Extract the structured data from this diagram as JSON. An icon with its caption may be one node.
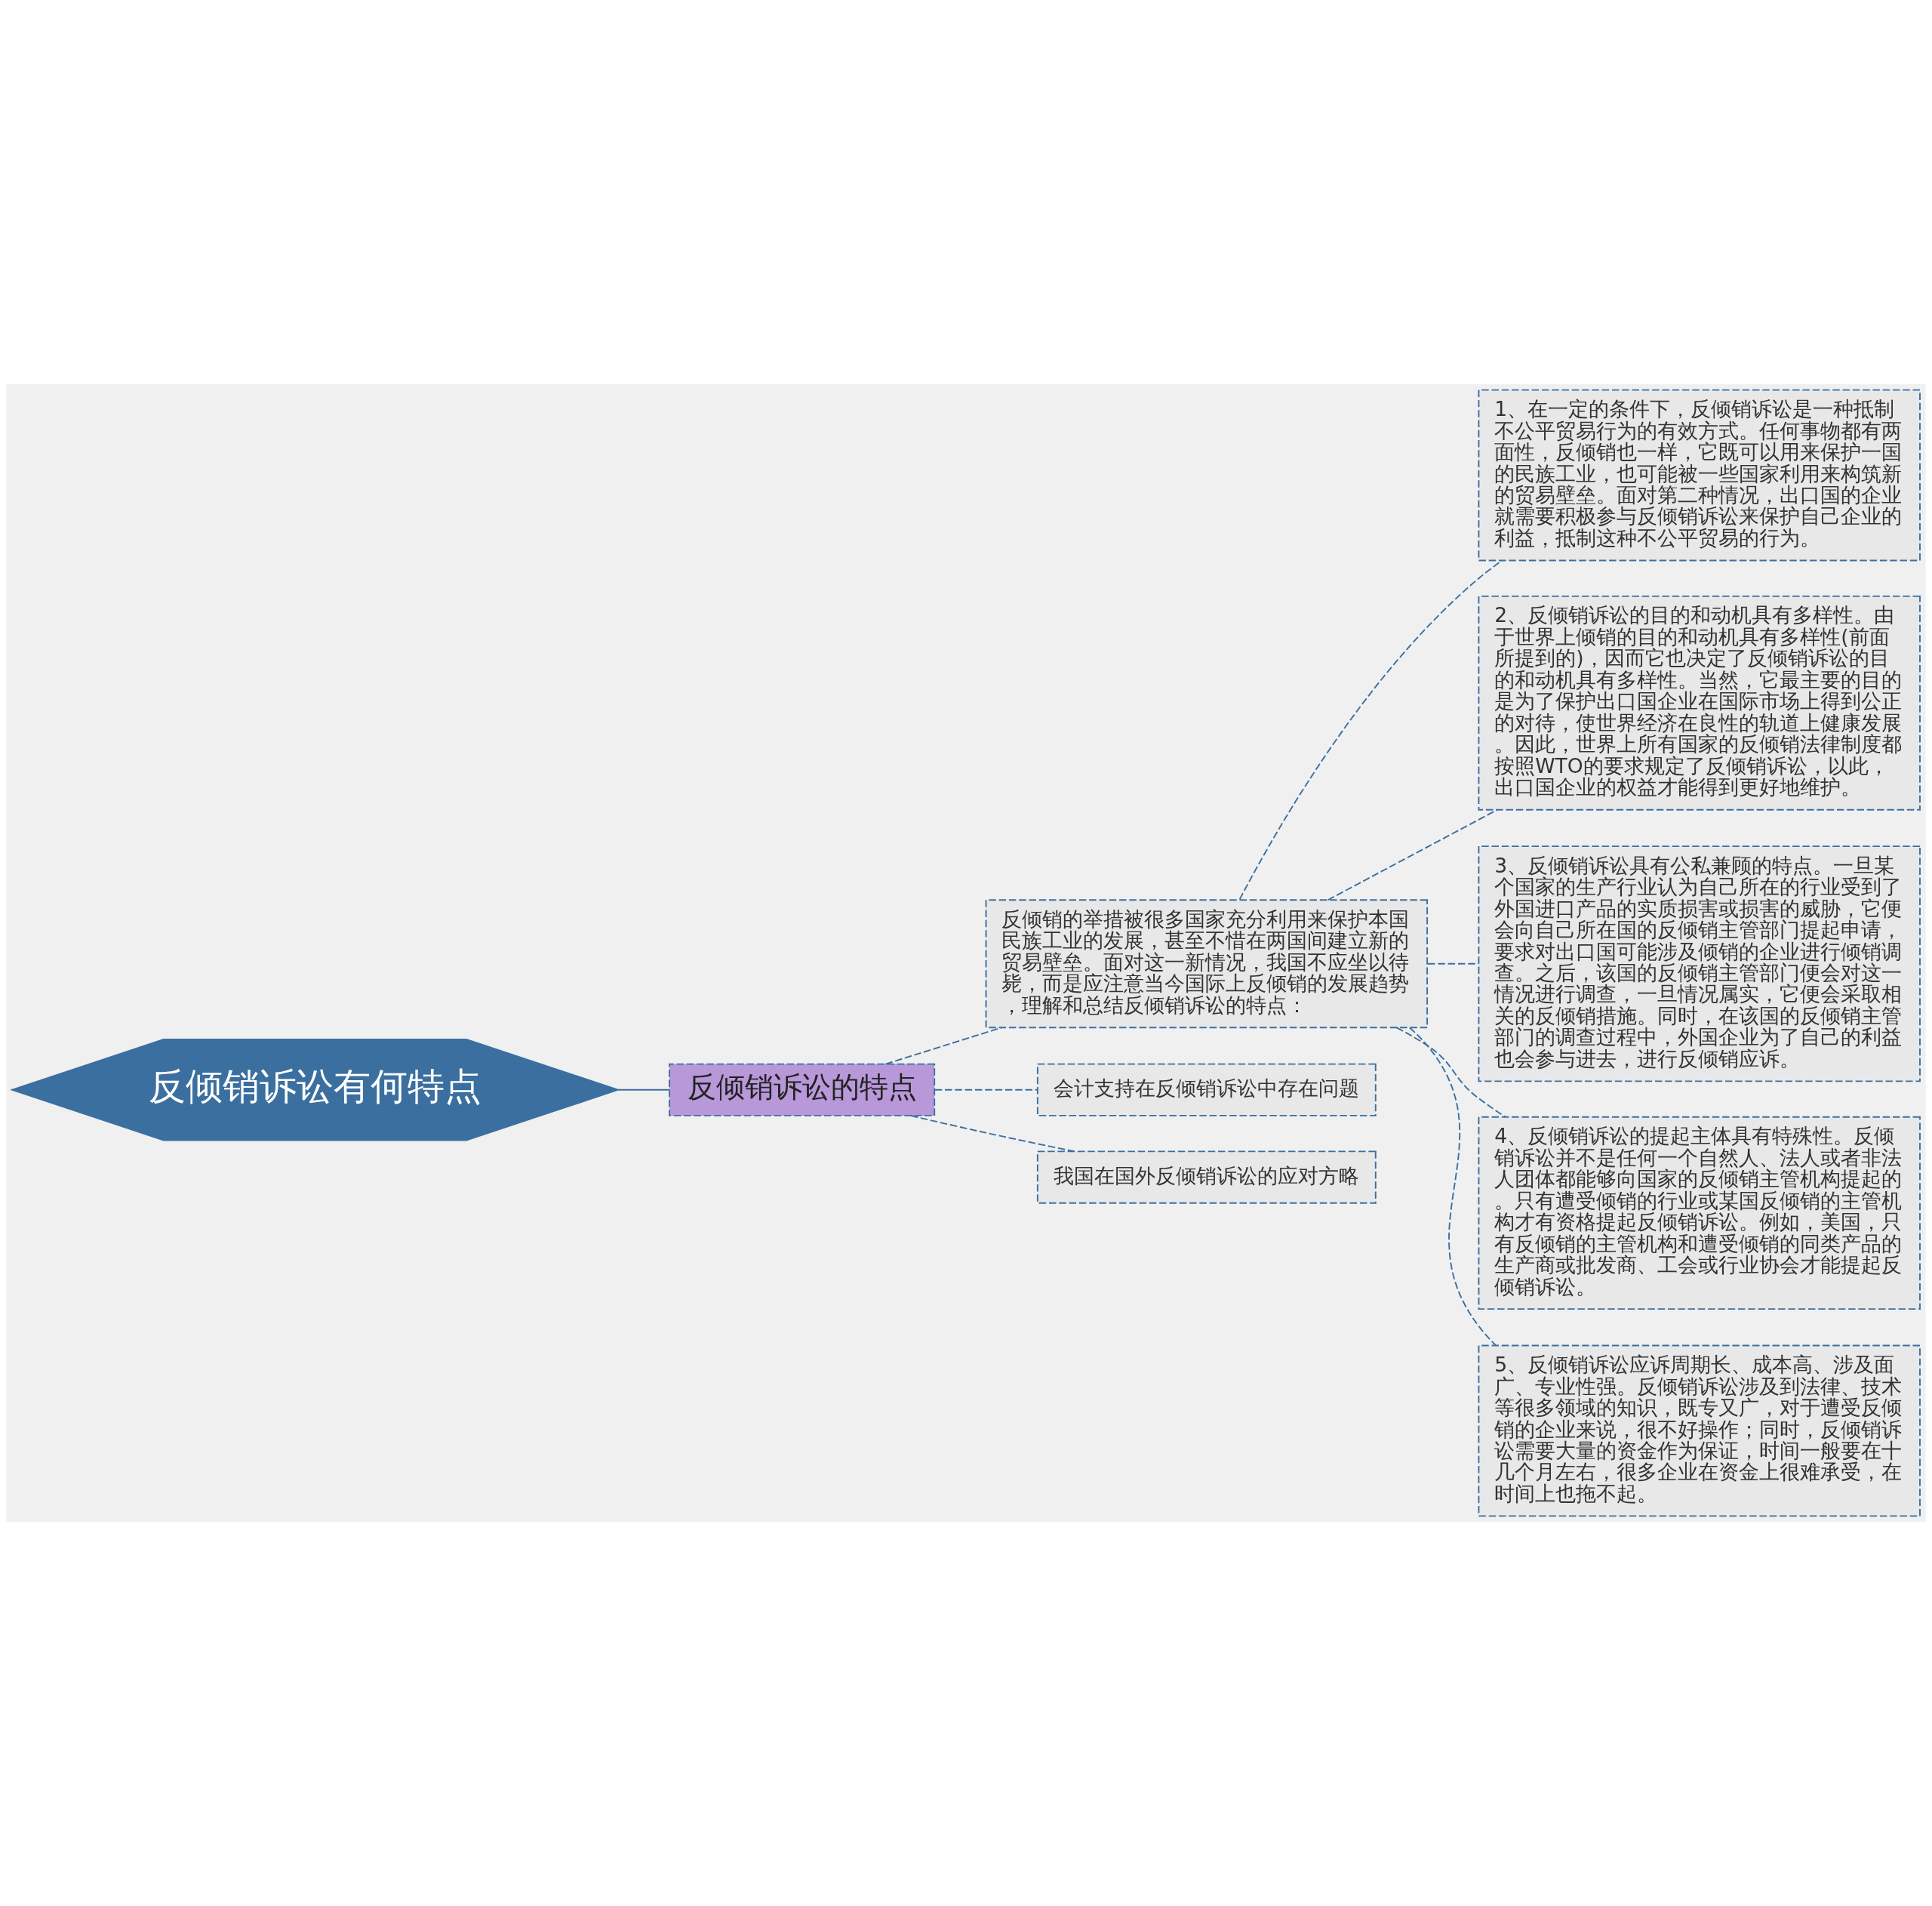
{
  "diagram": {
    "nodes": [
      {
        "text": [
          "反倾销诉讼有何特点"
        ]
      },
      {
        "text": [
          "反倾销诉讼的特点"
        ]
      },
      {
        "text": [
          "反倾销的举措被很多国家充分利用来保护本国民族工业的发展，甚至不惜在两国间建立新的贸易壁垒。面对这一新情况，我国不应坐以待毙，而是应注意当今国际上反倾销的发展趋势，理解和总结反倾销诉讼的特点："
        ]
      },
      {
        "text": [
          "1、在一定的条件下，反倾销诉讼是一种抵制不公平贸易行为的有效方式。任何事物都有两面性，反倾销也一样，它既可以用来保护一国的民族工业，也可能被一些国家利用来构筑新的贸易壁垒。面对第二种情况，出口国的企业就需要积极参与反倾销诉讼来保护自己企业的利益，抵制这种不公平贸易的行为。"
        ]
      },
      {
        "text": [
          "2、反倾销诉讼的目的和动机具有多样性。由于世界上倾销的目的和动机具有多样性(前面所提到的)，因而它也决定了反倾销诉讼的目的和动机具有多样性。当然，它最主要的目的是为了保护出口国企业在国际市场上得到公正的对待，使世界经济在良性的轨道上健康发展。因此，世界上所有国家的反倾销法律制度都按照WTO的要求规定了反倾销诉讼，以此，出口国企业的权益才能得到更好地维护。"
        ]
      },
      {
        "text": [
          "3、反倾销诉讼具有公私兼顾的特点。一旦某个国家的生产行业认为自己所在的行业受到了外国进口产品的实质损害或损害的威胁，它便会向自己所在国的反倾销主管部门提起申请，要求对出口国可能涉及倾销的企业进行倾销调查。之后，该国的反倾销主管部门便会对这一情况进行调查，一旦情况属实，它便会采取相关的反倾销措施。同时，在该国的反倾销主管部门的调查过程中，外国企业为了自己的利益也会参与进去，进行反倾销应诉。"
        ]
      },
      {
        "text": [
          "4、反倾销诉讼的提起主体具有特殊性。反倾销诉讼并不是任何一个自然人、法人或者非法人团体都能够向国家的反倾销主管机构提起的。只有遭受倾销的行业或某国反倾销的主管机构才有资格提起反倾销诉讼。例如，美国，只有反倾销的主管机构和遭受倾销的同类产品的生产商或批发商、工会或行业协会才能提起反倾销诉讼。"
        ]
      },
      {
        "text": [
          "5、反倾销诉讼应诉周期长、成本高、涉及面广、专业性强。反倾销诉讼涉及到法律、技术等很多领域的知识，既专又广，对于遭受反倾销的企业来说，很不好操作；同时，反倾销诉讼需要大量的资金作为保证，时间一般要在十几个月左右，很多企业在资金上很难承受，在时间上也拖不起。"
        ]
      },
      {
        "text": [
          "会计支持在反倾销诉讼中存在问题"
        ]
      },
      {
        "text": [
          "我国在国外反倾销诉讼的应对方略"
        ]
      }
    ],
    "edges": [
      {
        "from": 0,
        "to": 1,
        "arrow": "none"
      },
      {
        "from": 1,
        "to": 2,
        "arrow": "none",
        "style": "dashed"
      },
      {
        "from": 1,
        "to": 8,
        "arrow": "none",
        "style": "dashed"
      },
      {
        "from": 1,
        "to": 9,
        "arrow": "none",
        "style": "dashed"
      },
      {
        "from": 2,
        "to": 3,
        "arrow": "none",
        "style": "dashed"
      },
      {
        "from": 2,
        "to": 4,
        "arrow": "none",
        "style": "dashed"
      },
      {
        "from": 2,
        "to": 5,
        "arrow": "none",
        "style": "dashed"
      },
      {
        "from": 2,
        "to": 6,
        "arrow": "none",
        "style": "dashed"
      },
      {
        "from": 2,
        "to": 7,
        "arrow": "none",
        "style": "dashed"
      }
    ]
  }
}
